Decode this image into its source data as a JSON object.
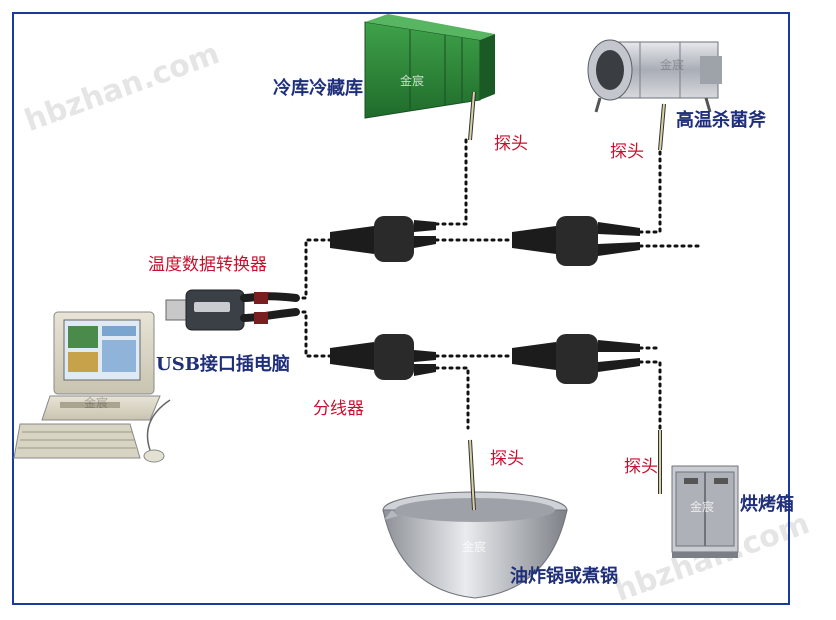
{
  "labels": {
    "cold_storage": "冷库冷藏库",
    "sterilizer": "高温杀菌斧",
    "probe_1": "探头",
    "probe_2": "探头",
    "probe_3": "探头",
    "probe_4": "探头",
    "converter": "温度数据转换器",
    "usb_pc": "USB接口插电脑",
    "splitter": "分线器",
    "fryer": "油炸锅或煮锅",
    "oven": "烘烤箱"
  },
  "watermarks": {
    "brand": "金宸",
    "site": "hbzhan.com"
  },
  "colors": {
    "frame": "#1a3a9e",
    "device_label": "#1f2f7a",
    "wiring_label": "#c8102e",
    "cold_storage_green": "#2e8b3a",
    "steel": "#b9bcc2"
  }
}
